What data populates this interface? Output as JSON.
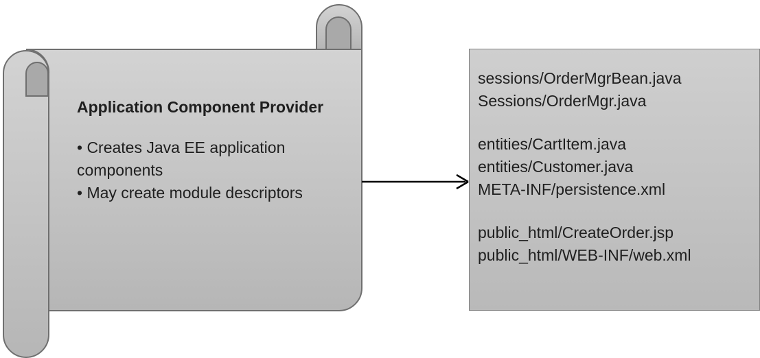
{
  "provider_card": {
    "title": "Application Component Provider",
    "bullets": [
      "• Creates Java EE application components",
      "• May create module descriptors"
    ]
  },
  "file_list": {
    "groups": [
      [
        "sessions/OrderMgrBean.java",
        "Sessions/OrderMgr.java"
      ],
      [
        "entities/CartItem.java",
        "entities/Customer.java",
        "META-INF/persistence.xml"
      ],
      [
        "public_html/CreateOrder.jsp",
        "public_html/WEB-INF/web.xml"
      ]
    ]
  },
  "colors": {
    "shape_fill": "#c8c8c8",
    "shape_stroke": "#6f6f6f",
    "text": "#1f1f1f",
    "arrow": "#000000"
  }
}
